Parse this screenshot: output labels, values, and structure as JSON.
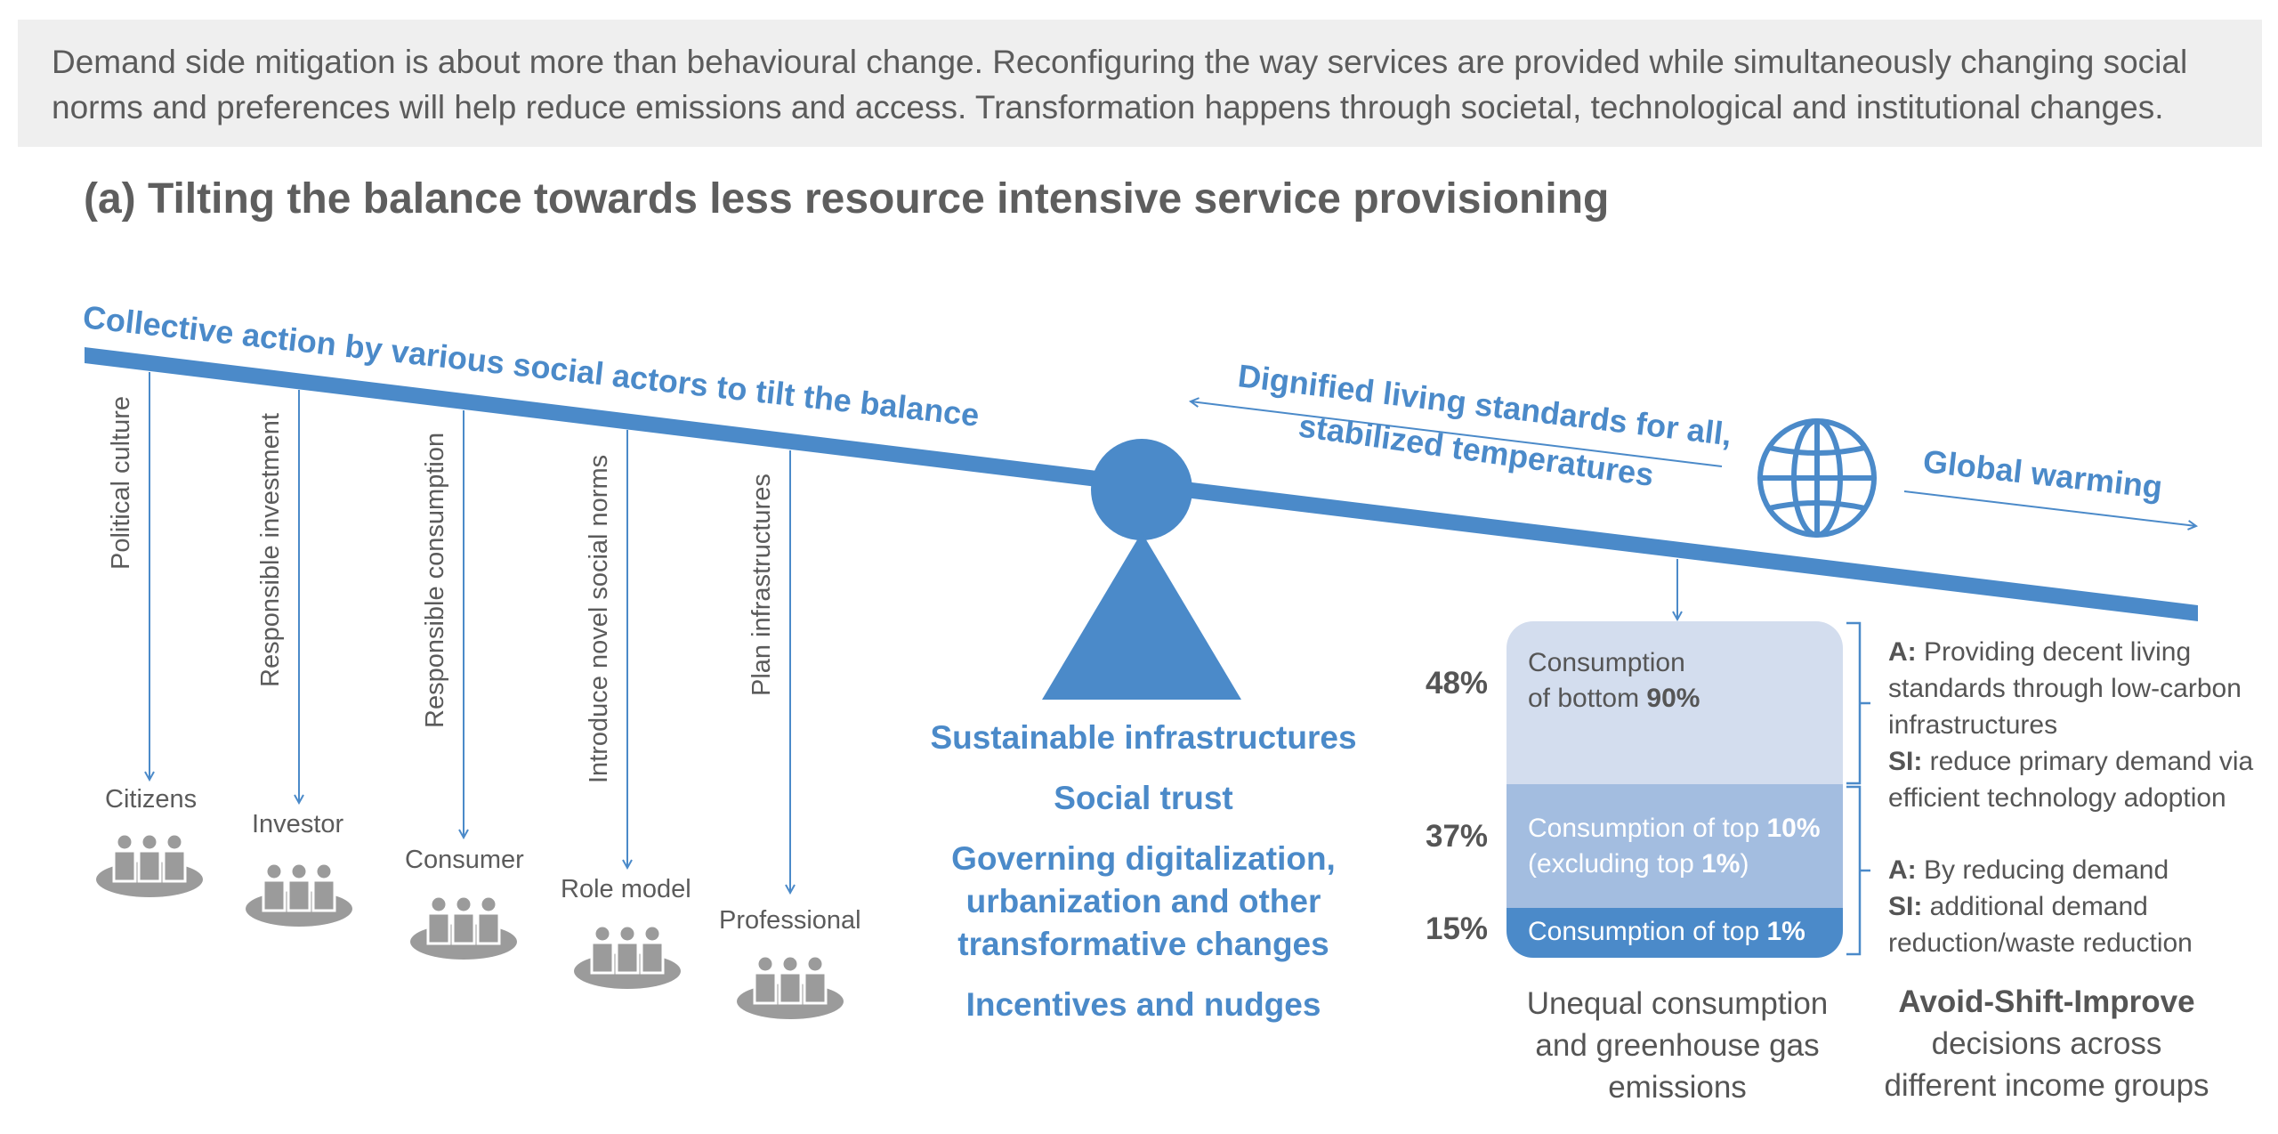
{
  "intro": {
    "line1": "Demand side mitigation is about more than behavioural change. Reconfiguring the way services are provided while simultaneously changing social",
    "line2": "norms and preferences will help reduce emissions and access. Transformation happens through societal, technological and institutional changes."
  },
  "section_title": "(a) Tilting the balance towards less resource intensive service provisioning",
  "beam_label": "Collective action by various social actors to tilt the balance",
  "dignified_label": {
    "line1": "Dignified living standards for all,",
    "line2": "stabilized temperatures"
  },
  "global_warming_label": "Global warming",
  "actions": [
    {
      "action": "Political culture",
      "actor": "Citizens"
    },
    {
      "action": "Responsible investment",
      "actor": "Investor"
    },
    {
      "action": "Responsible consumption",
      "actor": "Consumer"
    },
    {
      "action": "Introduce novel social norms",
      "actor": "Role model"
    },
    {
      "action": "Plan infrastructures",
      "actor": "Professional"
    }
  ],
  "center_items": [
    "Sustainable infrastructures",
    "Social trust",
    "Governing digitalization, urbanization and other transformative changes",
    "Incentives and nudges"
  ],
  "consumption": {
    "percent_bottom": "48%",
    "percent_top10": "37%",
    "percent_top1": "15%",
    "bottom_line1": "Consumption",
    "bottom_line2_pre": "of bottom ",
    "bottom_line2_bold": "90%",
    "top10_line1_pre": "Consumption of top ",
    "top10_line1_bold": "10%",
    "top10_line2_pre": "(excluding top ",
    "top10_line2_bold": "1%",
    "top10_line2_post": ")",
    "top1_pre": "Consumption of top ",
    "top1_bold": "1%",
    "colors": {
      "bottom": "#d3ddee",
      "top10": "#a3bde0",
      "top1": "#4b8ac9"
    }
  },
  "notes": {
    "a1_label": "A:",
    "a1_line1": " Providing decent living",
    "a1_line2": "standards through low-carbon",
    "a1_line3": "infrastructures",
    "si1_label": "SI:",
    "si1_line1": " reduce primary demand via",
    "si1_line2": "efficient technology adoption",
    "a2_label": "A:",
    "a2_line1": " By reducing demand",
    "si2_label": "SI:",
    "si2_line1": " additional demand",
    "si2_line2": "reduction/waste reduction"
  },
  "captions": {
    "unequal_line1": "Unequal consumption",
    "unequal_line2": "and greenhouse gas",
    "unequal_line3": "emissions",
    "asi_line1": "Avoid-Shift-Improve",
    "asi_line2": "decisions across",
    "asi_line3": "different income groups"
  },
  "colors": {
    "accent": "#4b8ac9",
    "grey_icon": "#9b9b9b",
    "text": "#5b5b5b"
  }
}
